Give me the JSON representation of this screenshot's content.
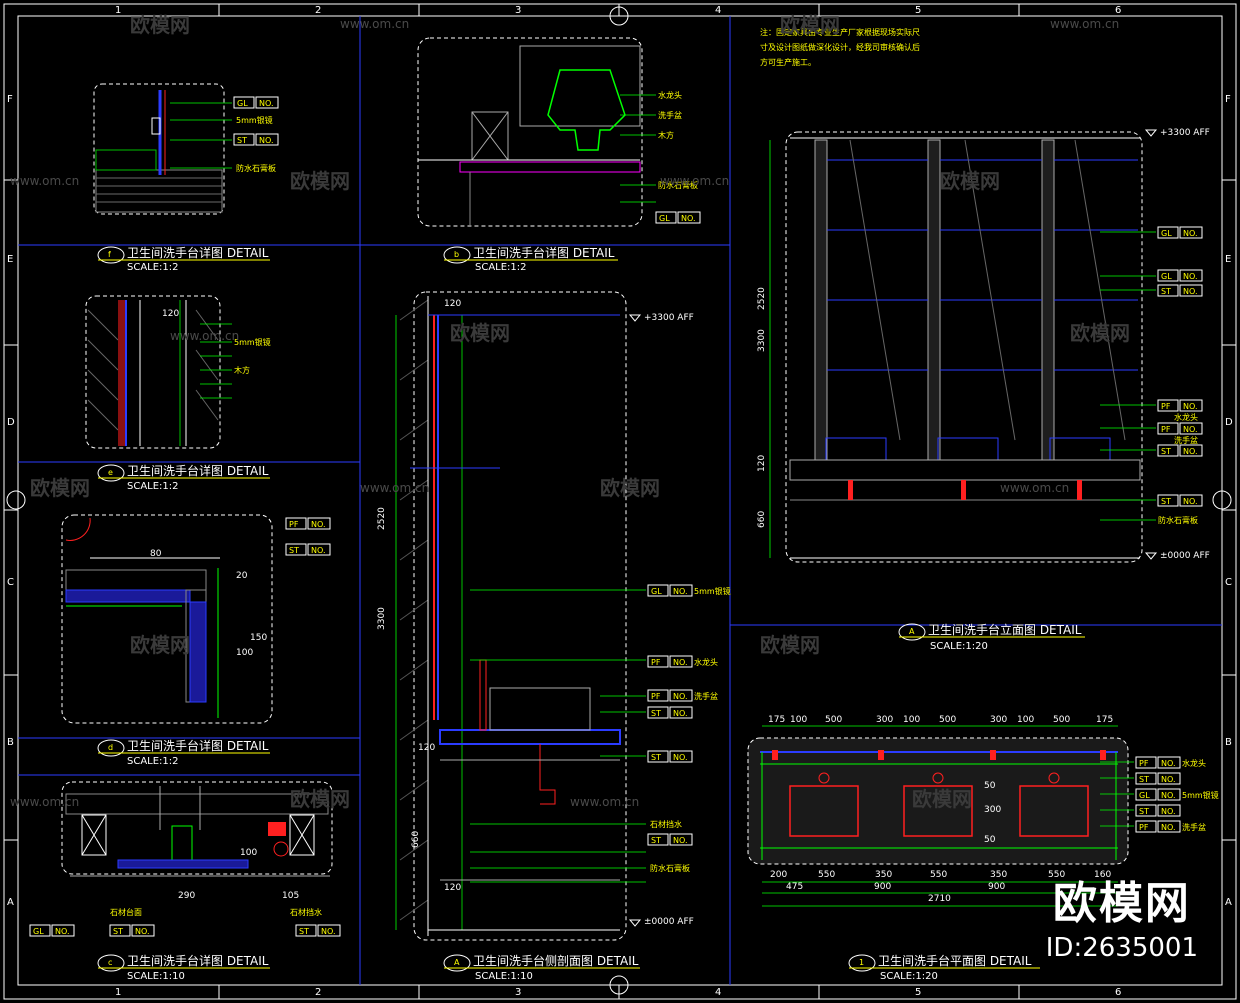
{
  "sheet": {
    "col_labels": [
      "1",
      "2",
      "3",
      "4",
      "5",
      "6"
    ],
    "row_labels": [
      "F",
      "E",
      "D",
      "C",
      "B",
      "A"
    ],
    "note_text": "注：固定家具由专业生产厂家根据现场实际尺寸及设计图纸做深化设计，经我司审核确认后方可生产施工。",
    "note_lines": [
      "注：固定家具由专业生产厂家根据现场实际尺",
      "寸及设计图纸做深化设计，经我司审核确认后",
      "方可生产施工。"
    ]
  },
  "details": {
    "f": {
      "letter": "f",
      "title": "卫生间洗手台详图  DETAIL",
      "scale": "SCALE:1:2"
    },
    "b": {
      "letter": "b",
      "title": "卫生间洗手台详图  DETAIL",
      "scale": "SCALE:1:2"
    },
    "e": {
      "letter": "e",
      "title": "卫生间洗手台详图  DETAIL",
      "scale": "SCALE:1:2"
    },
    "d": {
      "letter": "d",
      "title": "卫生间洗手台详图  DETAIL",
      "scale": "SCALE:1:2"
    },
    "c": {
      "letter": "c",
      "title": "卫生间洗手台详图  DETAIL",
      "scale": "SCALE:1:10"
    },
    "section": {
      "letter": "A",
      "title": "卫生间洗手台侧剖面图  DETAIL",
      "scale": "SCALE:1:10"
    },
    "elevation": {
      "letter": "A",
      "title": "卫生间洗手台立面图  DETAIL",
      "scale": "SCALE:1:20"
    },
    "plan": {
      "letter": "1",
      "title": "卫生间洗手台平面图  DETAIL",
      "scale": "SCALE:1:20"
    }
  },
  "levels": {
    "top": "+3300 AFF",
    "floor": "±0000 AFF"
  },
  "tags": {
    "gl": "GL",
    "st": "ST",
    "pf": "PF",
    "no": "NO."
  },
  "annotations": {
    "faucet": "水龙头",
    "basin": "洗手盆",
    "mirror": "5mm银镜",
    "wood": "木方",
    "stone_counter": "石材台面",
    "stone_skirt": "石材挡水",
    "drywall": "防水石膏板"
  },
  "dims": {
    "plan_top": [
      "175",
      "100",
      "500",
      "300",
      "100",
      "500",
      "300",
      "100",
      "500",
      "175"
    ],
    "plan_bottom": [
      "200",
      "550",
      "350",
      "550",
      "350",
      "550",
      "160"
    ],
    "plan_bottom2": [
      "475",
      "900",
      "900"
    ],
    "plan_total": "2710",
    "plan_depth": [
      "50",
      "300",
      "50"
    ],
    "elev_vertical": [
      "2520",
      "3300",
      "120",
      "660"
    ],
    "section_vertical": [
      "2520",
      "3300",
      "120",
      "660"
    ],
    "section_top": "120",
    "section_base": "120",
    "detail_d": [
      "80",
      "20",
      "100",
      "150"
    ],
    "detail_c": [
      "290",
      "105",
      "100"
    ],
    "detail_e": "120"
  },
  "watermark": {
    "brand": "欧模网",
    "url": "www.om.cn"
  },
  "brand_badge": {
    "name": "欧模网",
    "id": "ID:2635001"
  }
}
